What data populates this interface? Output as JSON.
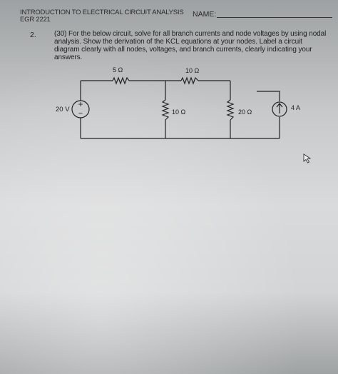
{
  "header": {
    "course_title": "INTRODUCTION TO ELECTRICAL CIRCUIT ANALYSIS",
    "course_code": "EGR 2221",
    "name_label": "NAME:"
  },
  "question": {
    "number": "2.",
    "text": "(30) For the below circuit, solve for all branch currents and node voltages by using nodal analysis. Show the derivation of the KCL equations at your nodes. Label a circuit diagram clearly with all nodes, voltages, and branch currents, clearly indicating your answers."
  },
  "circuit": {
    "source_voltage": "20 V",
    "resistor_top_left": "5 Ω",
    "resistor_top_right": "10 Ω",
    "resistor_middle": "10 Ω",
    "resistor_right": "20 Ω",
    "current_source": "4 A",
    "plus_sign": "+",
    "minus_sign": "−"
  },
  "colors": {
    "ink": "#222222",
    "paper": "#d9dadb"
  },
  "icons": {
    "pointer": "mouse-cursor-icon"
  }
}
